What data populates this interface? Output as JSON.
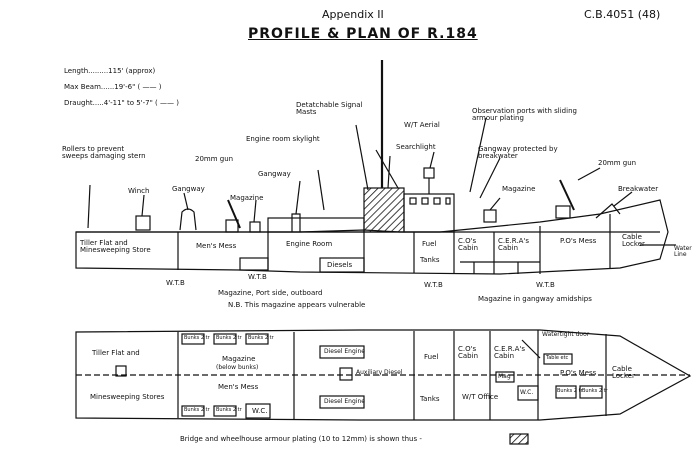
{
  "header": {
    "appendix": "Appendix II",
    "reference": "C.B.4051 (48)",
    "title": "PROFILE & PLAN OF R.184"
  },
  "specs": {
    "length": "Length.........115' (approx)",
    "beam": "Max Beam......19'-6\" ( —— )",
    "draught": "Draught.....4'-11\" to 5'-7\" ( —— )"
  },
  "profile_callouts": {
    "rollers": "Rollers to prevent sweeps damaging stern",
    "winch": "Winch",
    "gun_aft": "20mm gun",
    "gangway_aft": "Gangway",
    "gangway_mid": "Gangway",
    "magazine_aft": "Magazine",
    "engine_skylight": "Engine room skylight",
    "signal_masts": "Detatchable Signal Masts",
    "wt_aerial": "W/T Aerial",
    "searchlight": "Searchlight",
    "observation_ports": "Observation ports with sliding armour plating",
    "gangway_protected": "Gangway protected by breakwater",
    "magazine_fwd": "Magazine",
    "gun_fwd": "20mm gun",
    "breakwater": "Breakwater",
    "water_line": "Water Line"
  },
  "profile_compartments": {
    "tiller_flat": "Tiller Flat and Minesweeping Store",
    "mens_mess": "Men's Mess",
    "engine_room": "Engine Room",
    "diesels": "Diesels",
    "fuel": "Fuel",
    "tanks": "Tanks",
    "co_cabin": "C.O's Cabin",
    "cera_cabin": "C.E.R.A's Cabin",
    "pos_mess": "P.O's Mess",
    "cable_locker": "Cable Locker"
  },
  "profile_notes": {
    "wtb_1": "W.T.B",
    "wtb_2": "W.T.B",
    "wtb_3": "W.T.B",
    "wtb_4": "W.T.B",
    "magazine_note": "Magazine, Port side, outboard",
    "nb_note": "N.B. This magazine appears vulnerable",
    "magazine_gangway": "Magazine in gangway amidships"
  },
  "plan_labels": {
    "tiller_flat": "Tiller Flat and",
    "minesweeping": "Minesweeping Stores",
    "bunks_2a": "Bunks 2 tr",
    "bunks_2b": "Bunks 2 tr",
    "bunks_2c": "Bunks 2 tr",
    "bunks_2d": "Bunks 2 tr",
    "bunks_2e": "Bunks 2 tr",
    "magazine": "Magazine",
    "magazine_sub": "(below bunks)",
    "mens_mess": "Men's Mess",
    "wc_aft": "W.C.",
    "diesel_engine_1": "Diesel Engine",
    "auxiliary_diesel": "Auxiliary Diesel",
    "diesel_engine_2": "Diesel Engine",
    "fuel": "Fuel",
    "tanks": "Tanks",
    "co_cabin": "C.O's Cabin",
    "cera_cabin": "C.E.R.A's Cabin",
    "wt_office": "W/T Office",
    "mag": "Mag",
    "wc_fwd": "W.C.",
    "watertight_door": "Watertight door",
    "table_etc": "Table etc",
    "pos_mess": "P.O's Mess",
    "cable_locker": "Cable Locker",
    "bunks_fwd_1": "Bunks 2 tr",
    "bunks_fwd_2": "Bunks 2 tr"
  },
  "footer": {
    "armour_note": "Bridge and wheelhouse armour plating (10 to 12mm) is shown thus -"
  }
}
